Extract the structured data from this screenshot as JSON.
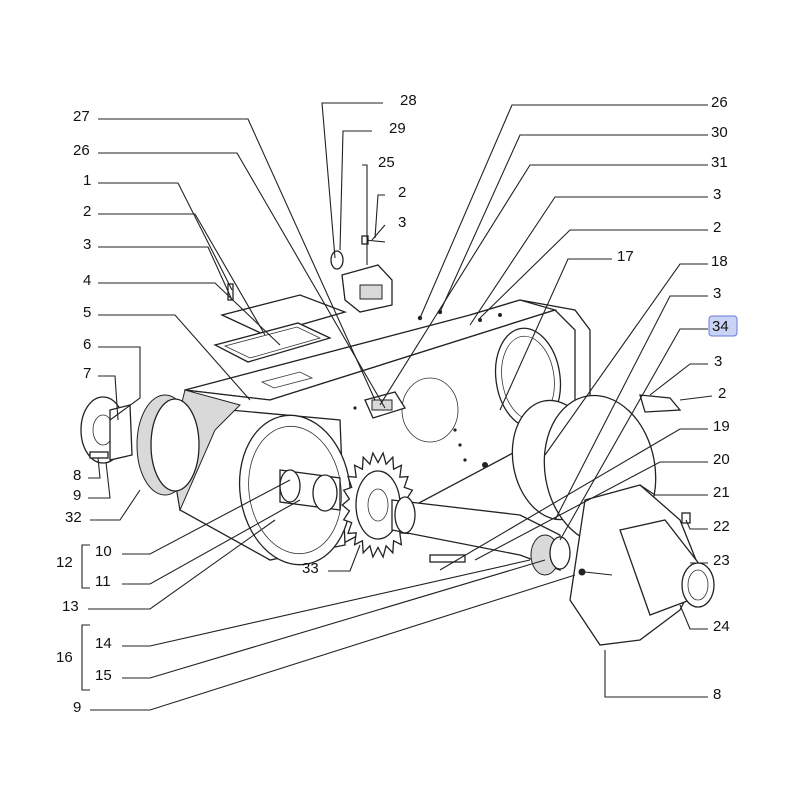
{
  "diagram": {
    "callouts": [
      {
        "label": "28"
      },
      {
        "label": "29"
      },
      {
        "label": "25"
      },
      {
        "label": "2"
      },
      {
        "label": "3"
      },
      {
        "label": "27"
      },
      {
        "label": "26"
      },
      {
        "label": "1"
      },
      {
        "label": "2"
      },
      {
        "label": "3"
      },
      {
        "label": "4"
      },
      {
        "label": "5"
      },
      {
        "label": "6"
      },
      {
        "label": "7"
      },
      {
        "label": "8"
      },
      {
        "label": "9"
      },
      {
        "label": "32"
      },
      {
        "label": "10"
      },
      {
        "label": "11"
      },
      {
        "label": "12"
      },
      {
        "label": "13"
      },
      {
        "label": "14"
      },
      {
        "label": "15"
      },
      {
        "label": "16"
      },
      {
        "label": "9"
      },
      {
        "label": "33"
      },
      {
        "label": "26"
      },
      {
        "label": "30"
      },
      {
        "label": "31"
      },
      {
        "label": "3"
      },
      {
        "label": "2"
      },
      {
        "label": "17"
      },
      {
        "label": "18"
      },
      {
        "label": "3"
      },
      {
        "label": "34"
      },
      {
        "label": "3"
      },
      {
        "label": "2"
      },
      {
        "label": "19"
      },
      {
        "label": "20"
      },
      {
        "label": "21"
      },
      {
        "label": "22"
      },
      {
        "label": "23"
      },
      {
        "label": "24"
      },
      {
        "label": "8"
      }
    ],
    "highlight_color": "#c9d3f5",
    "highlight_border": "#6a7bd6"
  }
}
